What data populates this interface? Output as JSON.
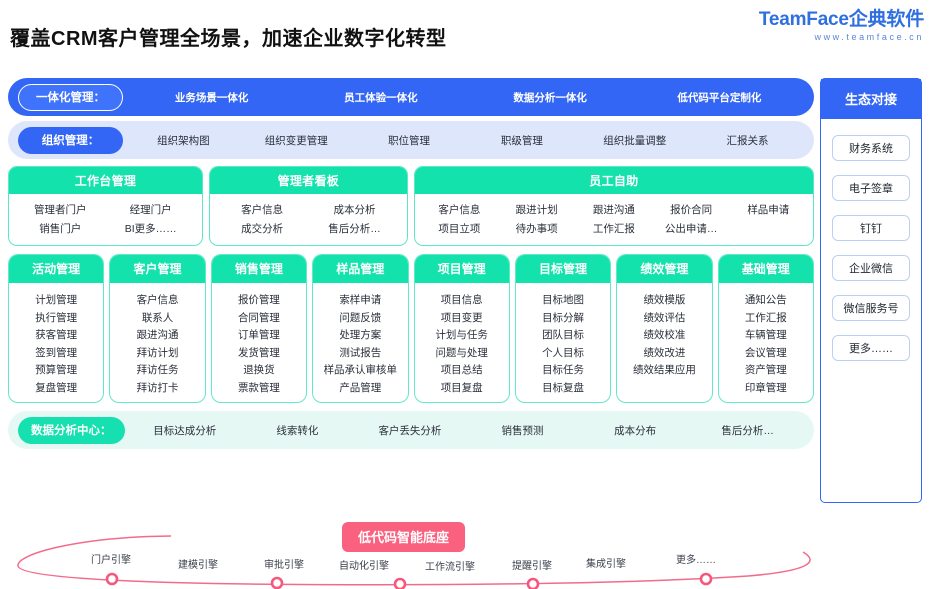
{
  "header": {
    "title": "覆盖CRM客户管理全场景，加速企业数字化转型",
    "logo_main": "TeamFace企典软件",
    "logo_url": "www.teamface.cn"
  },
  "strips": [
    {
      "pill": "一体化管理：",
      "items": [
        "业务场景一体化",
        "员工体验一体化",
        "数据分析一体化",
        "低代码平台定制化"
      ]
    },
    {
      "pill": "组织管理：",
      "items": [
        "组织架构图",
        "组织变更管理",
        "职位管理",
        "职级管理",
        "组织批量调整",
        "汇报关系"
      ]
    }
  ],
  "mid_panels": [
    {
      "title": "工作台管理",
      "items": [
        "管理者门户",
        "经理门户",
        "销售门户",
        "BI更多……"
      ]
    },
    {
      "title": "管理者看板",
      "items": [
        "客户信息",
        "成本分析",
        "成交分析",
        "售后分析…"
      ]
    },
    {
      "title": "员工自助",
      "items": [
        "客户信息",
        "跟进计划",
        "跟进沟通",
        "报价合同",
        "样品申请",
        "项目立项",
        "待办事项",
        "工作汇报",
        "公出申请…"
      ]
    }
  ],
  "cards": [
    {
      "title": "活动管理",
      "items": [
        "计划管理",
        "执行管理",
        "获客管理",
        "签到管理",
        "预算管理",
        "复盘管理"
      ]
    },
    {
      "title": "客户管理",
      "items": [
        "客户信息",
        "联系人",
        "跟进沟通",
        "拜访计划",
        "拜访任务",
        "拜访打卡"
      ]
    },
    {
      "title": "销售管理",
      "items": [
        "报价管理",
        "合同管理",
        "订单管理",
        "发货管理",
        "退换货",
        "票款管理"
      ]
    },
    {
      "title": "样品管理",
      "items": [
        "索样申请",
        "问题反馈",
        "处理方案",
        "测试报告",
        "样品承认审核单",
        "产品管理"
      ]
    },
    {
      "title": "项目管理",
      "items": [
        "项目信息",
        "项目变更",
        "计划与任务",
        "问题与处理",
        "项目总结",
        "项目复盘"
      ]
    },
    {
      "title": "目标管理",
      "items": [
        "目标地图",
        "目标分解",
        "团队目标",
        "个人目标",
        "目标任务",
        "目标复盘"
      ]
    },
    {
      "title": "绩效管理",
      "items": [
        "绩效模版",
        "绩效评估",
        "绩效校准",
        "绩效改进",
        "绩效结果应用"
      ]
    },
    {
      "title": "基础管理",
      "items": [
        "通知公告",
        "工作汇报",
        "车辆管理",
        "会议管理",
        "资产管理",
        "印章管理"
      ]
    }
  ],
  "analysis_strip": {
    "pill": "数据分析中心：",
    "items": [
      "目标达成分析",
      "线索转化",
      "客户丢失分析",
      "销售预测",
      "成本分布",
      "售后分析…"
    ]
  },
  "lowcode": {
    "badge": "低代码智能底座",
    "engines": [
      "门户引擎",
      "建模引擎",
      "审批引擎",
      "自动化引擎",
      "工作流引擎",
      "提醒引擎",
      "集成引擎",
      "更多……"
    ]
  },
  "ecosystem": {
    "title": "生态对接",
    "buttons": [
      "财务系统",
      "电子签章",
      "钉钉",
      "企业微信",
      "微信服务号",
      "更多……"
    ]
  },
  "colors": {
    "brand_blue": "#3366f5",
    "light_blue": "#dde6fb",
    "mint_green": "#13e2ad",
    "mint_bg": "#e6f8f4",
    "pink": "#f9617f",
    "logo_blue": "#2f6fe0"
  }
}
